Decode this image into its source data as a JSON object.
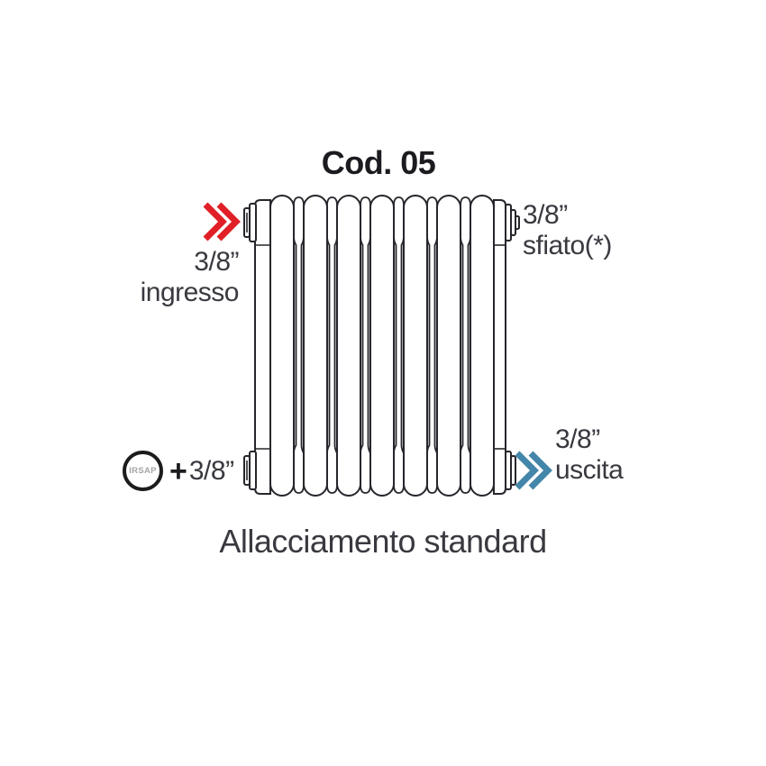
{
  "title": "Cod. 05",
  "caption": "Allacciamento standard",
  "colors": {
    "inlet_arrow_red": "#E01F26",
    "outlet_arrow_blue": "#4386A9",
    "line": "#26262C",
    "label_text": "#393940",
    "title_text": "#1B1B20"
  },
  "connections": {
    "inlet": {
      "size": "3/8”",
      "label": "ingresso"
    },
    "vent": {
      "size": "3/8”",
      "label": "sfiato(*)"
    },
    "outlet": {
      "size": "3/8”",
      "label": "uscita"
    },
    "plug": {
      "brand": "IRSAP",
      "plus": "+",
      "size": "3/8”"
    }
  }
}
